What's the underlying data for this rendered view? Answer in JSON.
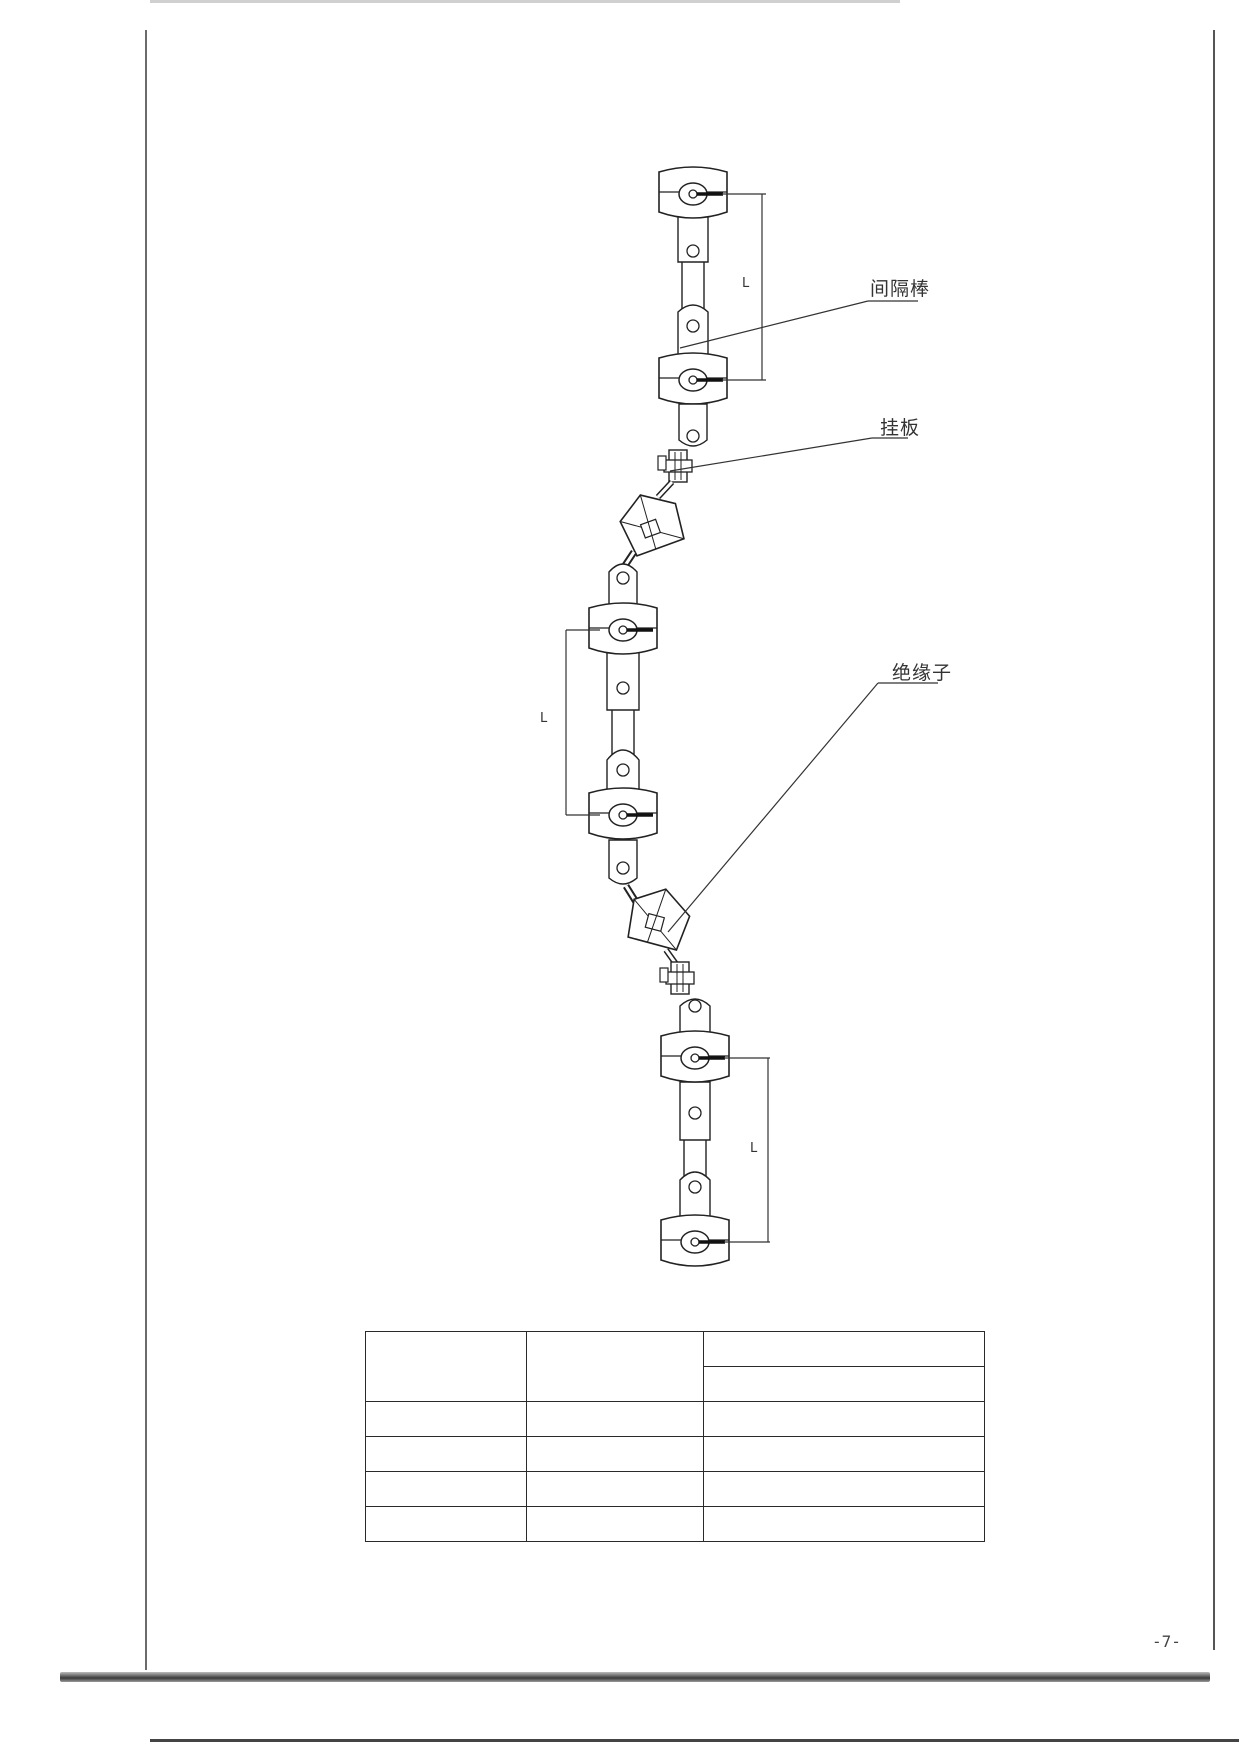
{
  "labels": {
    "spacer": "间隔棒",
    "hanging_plate": "挂板",
    "insulator": "绝缘子",
    "dim_letter": "L"
  },
  "table": {
    "header_row_1": [
      "",
      "",
      ""
    ],
    "header_row_2": [
      ""
    ],
    "rows": [
      [
        "",
        "",
        ""
      ],
      [
        "",
        "",
        ""
      ],
      [
        "",
        "",
        ""
      ],
      [
        "",
        "",
        ""
      ]
    ]
  },
  "page_number": "-7-"
}
